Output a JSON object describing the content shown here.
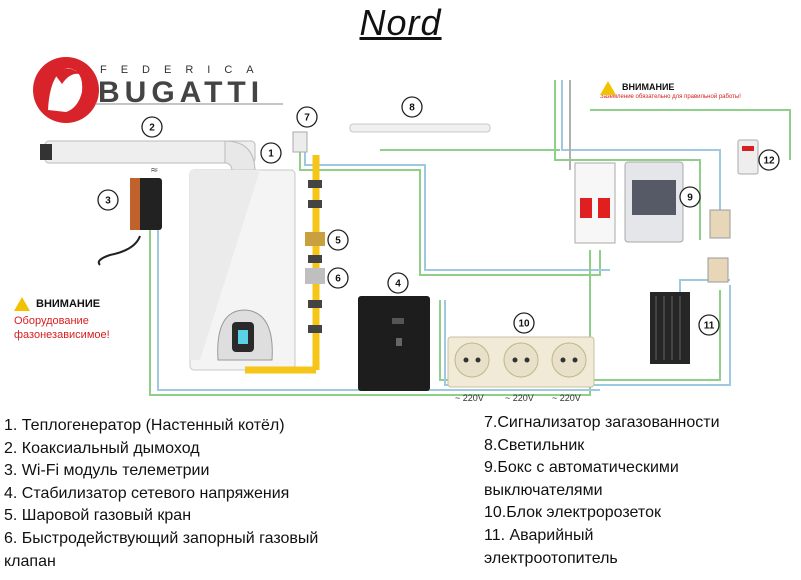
{
  "title": "Nord",
  "brand": {
    "small": "FEDERICA",
    "big": "BUGATTI"
  },
  "callouts": [
    "1",
    "2",
    "3",
    "4",
    "5",
    "6",
    "7",
    "8",
    "9",
    "10",
    "11",
    "12"
  ],
  "warning_left": {
    "title": "ВНИМАНИЕ",
    "lines": [
      "Оборудование",
      "фазонезависимое!"
    ]
  },
  "warning_top": {
    "title": "ВНИМАНИЕ",
    "text": "Заземление обязательно для правильной работы!"
  },
  "voltages": [
    "~ 220V",
    "~ 220V",
    "~ 220V"
  ],
  "legend_left": [
    "1. Теплогенератор (Настенный котёл)",
    "2. Коаксиальный дымоход",
    "3. Wi-Fi модуль телеметрии",
    "4. Стабилизатор сетевого напряжения",
    "5. Шаровой газовый кран",
    "6. Быстродействующий запорный газовый",
    "клапан"
  ],
  "legend_right": [
    "7.Сигнализатор загазованности",
    "8.Светильник",
    "9.Бокс с автоматическими",
    "выключателями",
    "10.Блок электророзеток",
    "11. Аварийный",
    "электроотопитель"
  ],
  "colors": {
    "warning": "#d62020",
    "gas_pipe": "#f5c518",
    "wire_green": "#8fcf8a",
    "wire_blue": "#9ec9e0",
    "logo_red": "#d8232a"
  }
}
